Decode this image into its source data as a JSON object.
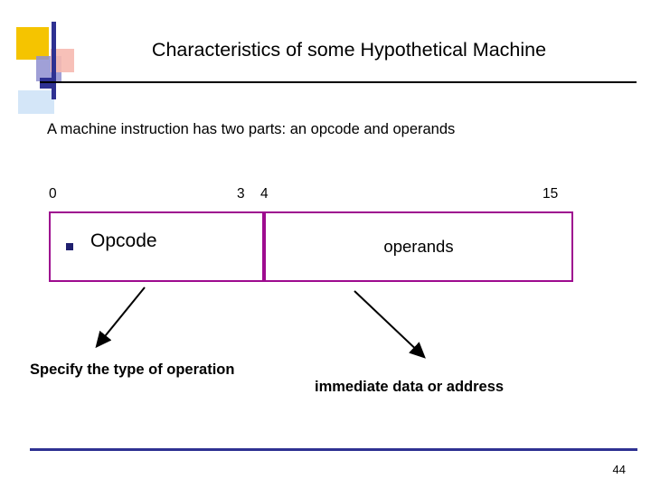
{
  "slide": {
    "title": "Characteristics of some Hypothetical Machine",
    "intro": "A machine instruction has two parts: an opcode and operands",
    "bit_labels": {
      "start": "0",
      "opcode_end": "3",
      "operands_start": "4",
      "end": "15"
    },
    "format": {
      "opcode_label": "Opcode",
      "operands_label": "operands",
      "border_color": "#9e0b8f",
      "bullet_color": "#1f1f6e"
    },
    "callouts": {
      "left": "Specify the type of operation",
      "right": "immediate data or address"
    },
    "footer": {
      "page_number": "44",
      "rule_color": "#2e3192"
    },
    "decoration": {
      "yellow": "#f5c400",
      "navy": "#2e3192",
      "purple": "#8f8fd0",
      "pink": "#f6b9b0",
      "light_blue": "#cfe3f7"
    }
  }
}
